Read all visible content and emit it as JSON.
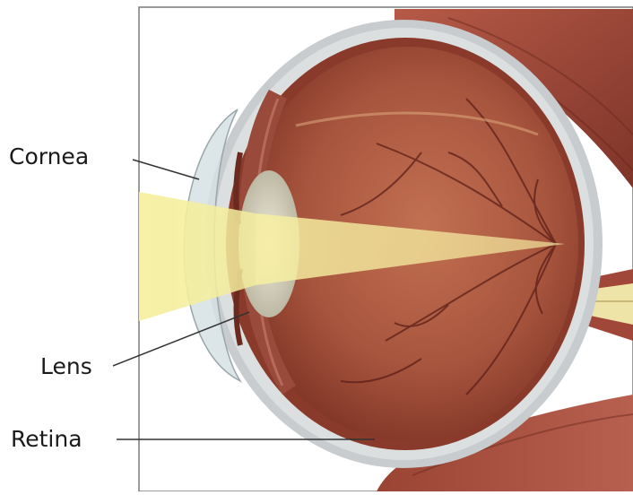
{
  "labels": {
    "cornea": "Cornea",
    "lens": "Lens",
    "retina": "Retina"
  },
  "colors": {
    "background": "#ffffff",
    "border": "#7a7a7a",
    "sclera": "#c8ccce",
    "choroid": "#8a3a2a",
    "retina_tissue": "#b0604a",
    "muscle": "#a04a3c",
    "light_beam": "#f4ee9a",
    "lens": "#d8d4b8",
    "optic_nerve": "#efe4a8",
    "blood_vessel": "#5c1e18",
    "leader_line": "#333333"
  }
}
